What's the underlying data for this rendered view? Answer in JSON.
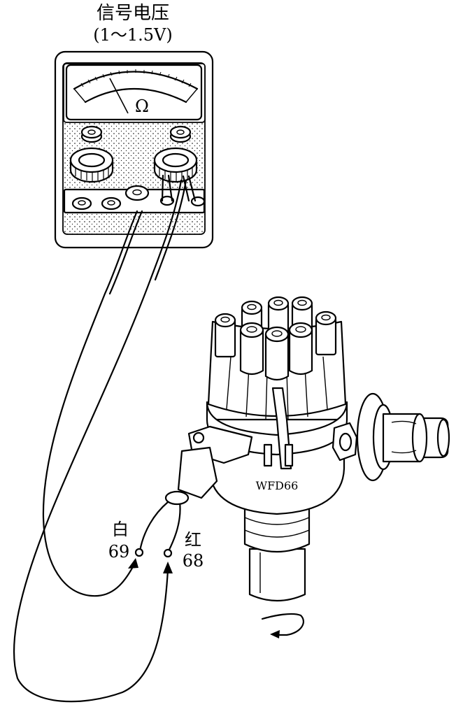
{
  "title": "信号电压",
  "subtitle": "(1～1.5V)",
  "meter": {
    "dial_symbol": "Ω"
  },
  "distributor": {
    "model_label": "WFD66"
  },
  "terminals": [
    {
      "color_label": "白",
      "number": "69"
    },
    {
      "color_label": "红",
      "number": "68"
    }
  ]
}
